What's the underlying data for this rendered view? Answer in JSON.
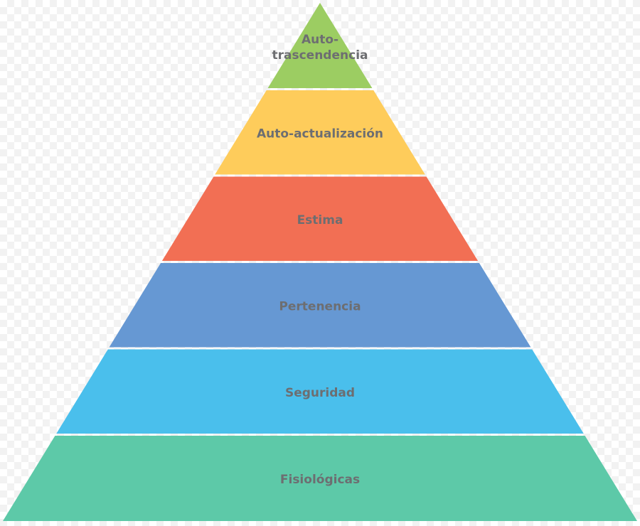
{
  "pyramid": {
    "levels": [
      {
        "lines": [
          "Auto-",
          "trascendencia"
        ],
        "color": "#9ccd62"
      },
      {
        "lines": [
          "Auto-actualización"
        ],
        "color": "#fecc5b"
      },
      {
        "lines": [
          "Estima"
        ],
        "color": "#f26f54"
      },
      {
        "lines": [
          "Pertenencia"
        ],
        "color": "#6698d3"
      },
      {
        "lines": [
          "Seguridad"
        ],
        "color": "#4abfec"
      },
      {
        "lines": [
          "Fisiológicas"
        ],
        "color": "#5dc9a8"
      }
    ]
  }
}
